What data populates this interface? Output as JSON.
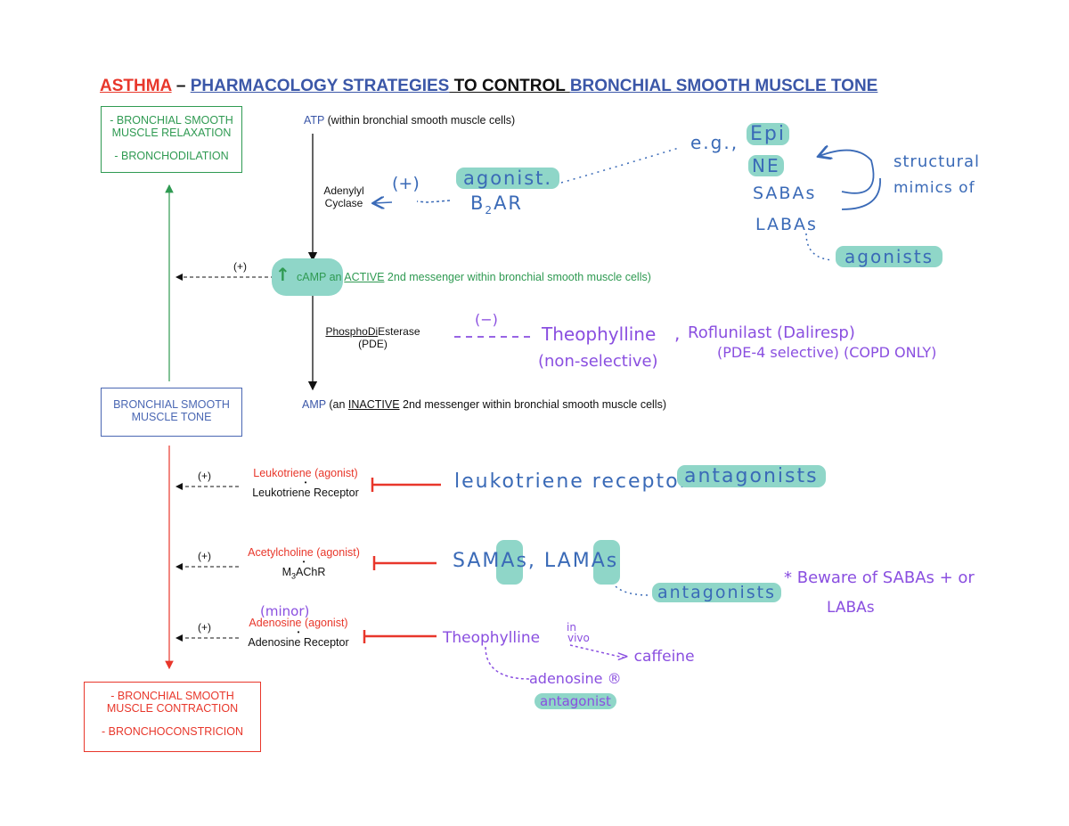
{
  "title": {
    "part1": "ASTHMA",
    "dash": " – ",
    "part2": "PHARMACOLOGY STRATEGIES",
    "part3": " TO CONTROL ",
    "part4": "BRONCHIAL SMOOTH MUSCLE TONE"
  },
  "left": {
    "relax_line1": "- BRONCHIAL SMOOTH",
    "relax_line2": "MUSCLE RELAXATION",
    "relax_line3": "- BRONCHODILATION",
    "tone_line1": "BRONCHIAL SMOOTH",
    "tone_line2": "MUSCLE TONE",
    "contract_line1": "- BRONCHIAL SMOOTH",
    "contract_line2": "MUSCLE CONTRACTION",
    "contract_line3": "- BRONCHOCONSTRICION"
  },
  "pathway": {
    "atp": "ATP",
    "atp_desc": " (within bronchial smooth muscle cells)",
    "ac_line1": "Adenylyl",
    "ac_line2": "Cyclase",
    "plus": "(+)",
    "camp": "cAMP",
    "camp_desc_pre": " an ",
    "camp_active": "ACTIVE",
    "camp_desc_post": " 2nd messenger within bronchial smooth muscle cells)",
    "pde_line1_a": "Phospho",
    "pde_line1_b": "Di",
    "pde_line1_c": "Esterase",
    "pde_line2": "(PDE)",
    "amp": "AMP",
    "amp_pre": " (an ",
    "amp_inactive": "INACTIVE",
    "amp_post": " 2nd messenger within bronchial smooth muscle cells)"
  },
  "receptors": [
    {
      "agonist": "Leukotriene (agonist)",
      "dot": "•",
      "receptor": "Leukotriene Receptor",
      "plus": "(+)"
    },
    {
      "agonist": "Acetylcholine (agonist)",
      "dot": "•",
      "receptor_a": "M",
      "receptor_sub": "3",
      "receptor_b": "AChR",
      "plus": "(+)"
    },
    {
      "agonist": "Adenosine (agonist)",
      "dot": "•",
      "receptor": "Adenosine Receptor",
      "plus": "(+)"
    }
  ],
  "notes": {
    "plus_ac": "(+)",
    "agonist": "agonist.",
    "b2ar_a": "B",
    "b2ar_sub": "2",
    "b2ar_b": "AR",
    "eg": "e.g.,",
    "epi": "Epi",
    "ne": "NE",
    "sabas": "SABAs",
    "labas": "LABAs",
    "structural_1": "structural",
    "structural_2": "mimics of",
    "agonists": "agonists",
    "up_arrow": "↑",
    "minus": "(−)",
    "theophylline": "Theophylline",
    "comma": ",",
    "roflumilast": "Roflunilast (Daliresp)",
    "non_selective": "(non-selective)",
    "pde4": "(PDE-4 selective) (COPD ONLY)",
    "leuko_1": "leukotriene receptor",
    "leuko_2": "antagonists",
    "samas": "SAMAs, LAMAs",
    "antagonists": "antagonists",
    "beware_1": "* Beware of  SABAs + or",
    "beware_2": "LABAs",
    "minor": "(minor)",
    "theophylline2": "Theophylline",
    "in_vivo_1": "in",
    "in_vivo_2": "vivo",
    "caffeine": "> caffeine",
    "adenosine_r": "adenosine ®",
    "antagonist": "antagonist"
  },
  "colors": {
    "red": "#e8372b",
    "blue": "#3b57a8",
    "green": "#2f9a52",
    "handwriting_blue": "#3a6ab7",
    "handwriting_purple": "#8a4fe0",
    "highlight": "#8fd6c8"
  }
}
